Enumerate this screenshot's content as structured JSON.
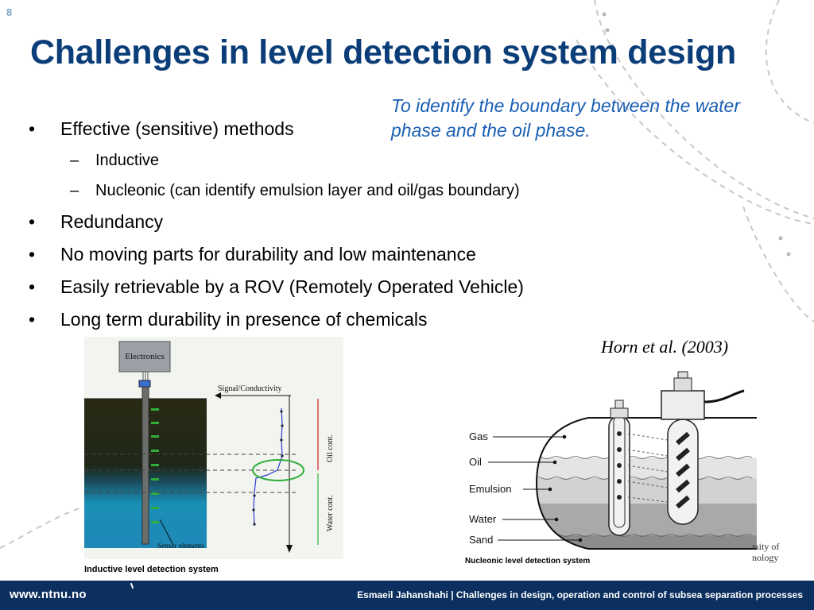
{
  "slide": {
    "number": "8",
    "title": "Challenges in level detection system design"
  },
  "note": "To identify the boundary between the water phase and the oil phase.",
  "bullets": [
    "Effective (sensitive) methods",
    "Inductive",
    "Nucleonic (can identify emulsion layer and oil/gas boundary)",
    "Redundancy",
    "No moving parts for durability and low maintenance",
    "Easily retrievable by a ROV (Remotely Operated Vehicle)",
    "Long term durability in presence of chemicals"
  ],
  "citation": "Horn et al. (2003)",
  "inductive_figure": {
    "electronics": "Electronics",
    "signal_label": "Signal/Conductivity",
    "oil_cont": "Oil cont.",
    "water_cont": "Water cont.",
    "sensor_label": "Sensor elements",
    "caption": "Inductive level detection system"
  },
  "nucleonic_figure": {
    "layers": [
      "Gas",
      "Oil",
      "Emulsion",
      "Water",
      "Sand"
    ],
    "caption": "Nucleonic level detection system"
  },
  "partial_text": [
    "rsity of",
    "nology"
  ],
  "footer": {
    "url": "www.ntnu.no",
    "info": "Esmaeil Jahanshahi | Challenges in design, operation and control of subsea separation processes"
  },
  "colors": {
    "title": "#0b3d78",
    "note": "#1a5fb4",
    "footer_bg": "#0b2f5e"
  }
}
